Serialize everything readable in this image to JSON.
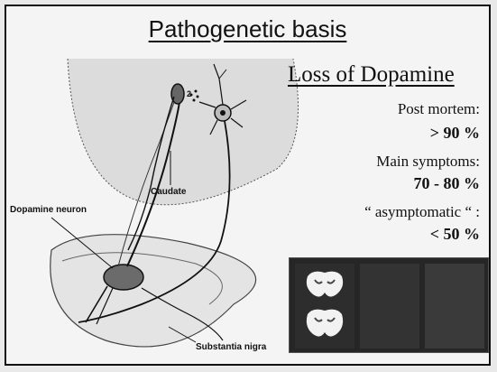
{
  "slide": {
    "title": "Pathogenetic basis",
    "subtitle": "Loss of Dopamine"
  },
  "stats": [
    {
      "label": "Post mortem:",
      "value": "> 90 %"
    },
    {
      "label": "Main symptoms:",
      "value": "70 - 80 %"
    },
    {
      "label": "“ asymptomatic “ :",
      "value": "< 50 %"
    }
  ],
  "diagram": {
    "labels": {
      "caudate": "Caudate",
      "dopamine_neuron": "Dopamine neuron",
      "substantia_nigra": "Substantia nigra",
      "synapse_mark": "2"
    }
  },
  "colors": {
    "ink": "#111111",
    "slide_background": "#f4f4f4",
    "scan_background": "#262626"
  }
}
